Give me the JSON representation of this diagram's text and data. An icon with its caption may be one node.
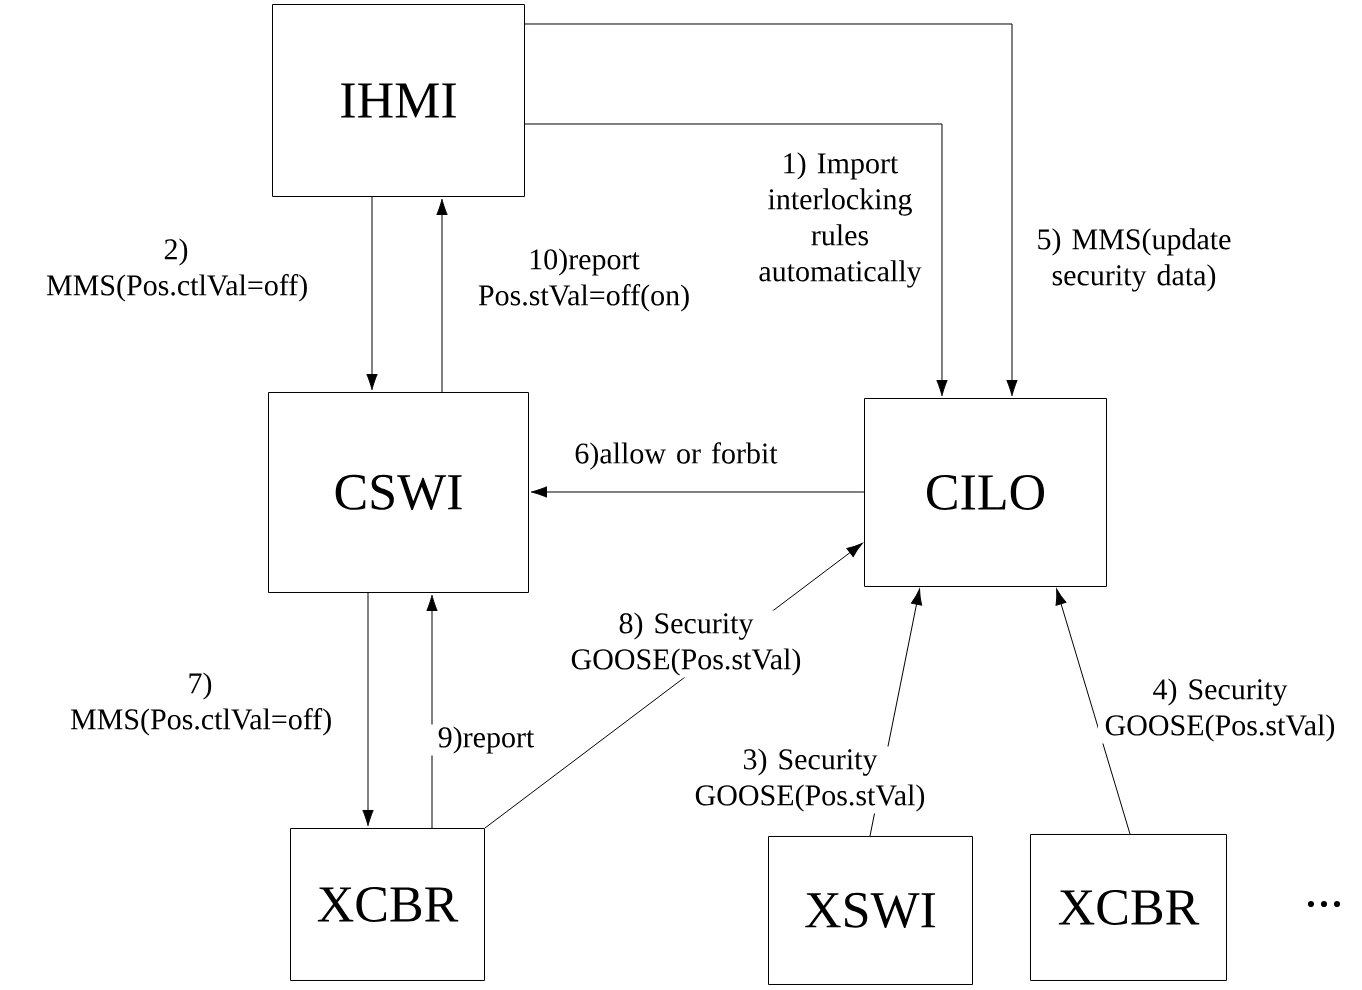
{
  "diagram": {
    "nodes": [
      {
        "text": [
          "IHMI"
        ]
      },
      {
        "text": [
          "CSWI"
        ]
      },
      {
        "text": [
          "CILO"
        ]
      },
      {
        "text": [
          "XCBR"
        ]
      },
      {
        "text": [
          "XSWI"
        ]
      },
      {
        "text": [
          "XCBR"
        ]
      }
    ],
    "edges": [
      {
        "from": 0,
        "to": 2,
        "arrow": "to",
        "label": "1) Import interlocking rules automatically"
      },
      {
        "from": 0,
        "to": 2,
        "arrow": "to",
        "label": "5) MMS(update security data)"
      },
      {
        "from": 0,
        "to": 1,
        "arrow": "to",
        "label": "2) MMS(Pos.ctlVal=off)"
      },
      {
        "from": 1,
        "to": 0,
        "arrow": "to",
        "label": "10)report Pos.stVal=off(on)"
      },
      {
        "from": 2,
        "to": 1,
        "arrow": "to",
        "label": "6)allow or forbit"
      },
      {
        "from": 3,
        "to": 2,
        "arrow": "to",
        "label": "8) Security GOOSE(Pos.stVal)"
      },
      {
        "from": 1,
        "to": 3,
        "arrow": "to",
        "label": "7) MMS(Pos.ctlVal=off)"
      },
      {
        "from": 3,
        "to": 1,
        "arrow": "to",
        "label": "9)report"
      },
      {
        "from": 4,
        "to": 2,
        "arrow": "to",
        "label": "3) Security GOOSE(Pos.stVal)"
      },
      {
        "from": 5,
        "to": 2,
        "arrow": "to",
        "label": "4) Security GOOSE(Pos.stVal)"
      }
    ],
    "labels": [
      "..."
    ]
  }
}
